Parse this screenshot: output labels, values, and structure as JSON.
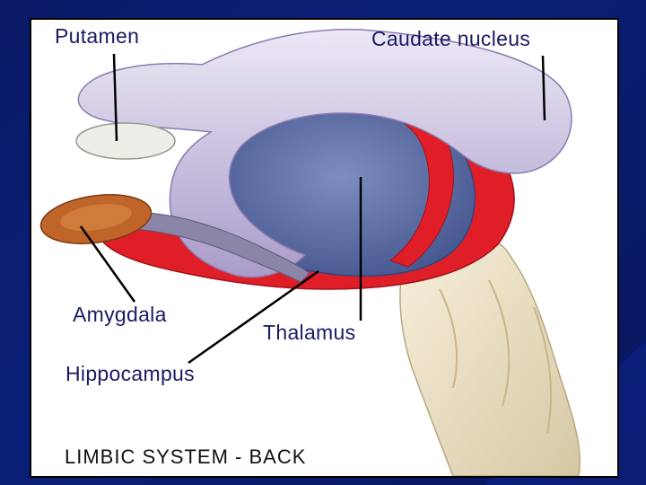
{
  "figure": {
    "labels": {
      "putamen": "Putamen",
      "caudate_nucleus": "Caudate nucleus",
      "amygdala": "Amygdala",
      "thalamus": "Thalamus",
      "hippocampus": "Hippocampus"
    },
    "caption": "LIMBIC SYSTEM - BACK"
  },
  "colors": {
    "slide_background": "#0b1f78",
    "label_text": "#1a1a66",
    "caudate": "#c9c0e0",
    "thalamus": "#5c6fa8",
    "hippocampus": "#e01e28",
    "amygdala": "#c0652a",
    "brainstem": "#efe6cf"
  }
}
